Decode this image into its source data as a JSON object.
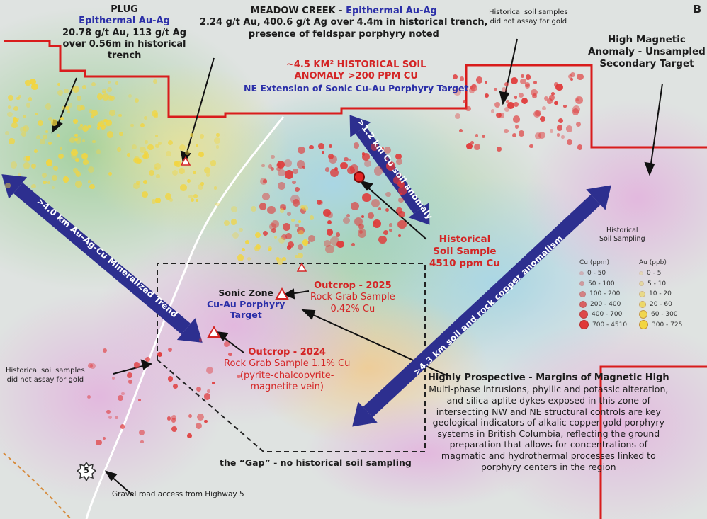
{
  "corner_label": "B",
  "plug": {
    "title": "PLUG",
    "subtitle": "Epithermal Au-Ag",
    "lines": [
      "20.78 g/t Au, 113 g/t Ag",
      "over 0.56m in historical",
      "trench"
    ]
  },
  "meadow": {
    "title": "MEADOW CREEK - ",
    "title_blue": "Epithermal Au-Ag",
    "lines": [
      "2.24 g/t Au, 400.6 g/t Ag over 4.4m in historical trench,",
      "presence of feldspar porphyry noted"
    ]
  },
  "soil_no_gold_top": [
    "Historical soil samples",
    "did not assay for gold"
  ],
  "high_mag": [
    "High Magnetic",
    "Anomaly - Unsampled",
    "Secondary Target"
  ],
  "soil_anomaly": {
    "lines": [
      "~4.5 KM² HISTORICAL SOIL",
      "ANOMALY >200 PPM CU"
    ],
    "sub": "NE Extension of Sonic Cu-Au Porphyry Target"
  },
  "arrows": {
    "cu_soil": ">1.2 km Cu soil anomaly",
    "au_ag_cu": ">4.0 km Au-Ag-Cu Mineralized Trend",
    "soil_rock": ">4.3 km  soil and rock copper anomalism"
  },
  "historical_sample": [
    "Historical",
    "Soil Sample",
    "4510 ppm Cu"
  ],
  "sonic": {
    "title": "Sonic Zone",
    "lines": [
      "Cu-Au Porphyry",
      "Target"
    ]
  },
  "outcrop_2025": [
    "Outcrop - 2025",
    "Rock Grab Sample",
    "0.42% Cu"
  ],
  "outcrop_2024": [
    "Outcrop - 2024",
    "Rock Grab Sample 1.1% Cu",
    "(pyrite-chalcopyrite-",
    "magnetite vein)"
  ],
  "soil_no_gold_left": [
    "Historical soil samples",
    "did not assay for gold"
  ],
  "prospective": {
    "title": "Highly Prospective - Margins of Magnetic High",
    "lines": [
      "Multi-phase intrusions, phyllic and potassic alteration,",
      "and silica-aplite dykes exposed in this zone of",
      "intersecting NW and NE structural controls are key",
      "geological indicators of alkalic copper-gold porphyry",
      "systems in British Columbia, reflecting the ground",
      "preparation that allows for concentrations of",
      "magmatic and hydrothermal processes linked to",
      "porphyry centers in the region"
    ]
  },
  "gap": "the “Gap” - no historical soil sampling",
  "gravel_road": "Gravel road access from Highway 5",
  "highway_number": "5",
  "legend": {
    "title": [
      "Historical",
      "Soil Sampling"
    ],
    "cu_header": "Cu (ppm)",
    "au_header": "Au (ppb)",
    "cu_items": [
      "0 - 50",
      "50 - 100",
      "100 - 200",
      "200 - 400",
      "400 - 700",
      "700 - 4510"
    ],
    "au_items": [
      "0 - 5",
      "5 - 10",
      "10 - 20",
      "20 - 60",
      "60 - 300",
      "300 - 725"
    ]
  },
  "colors": {
    "boundary": "#d91c1c",
    "arrow_blue": "#2d2f8f",
    "label_red": "#d42525",
    "label_blue": "#2b2fa8",
    "cu_dot": "#e03838",
    "au_dot": "#f2d540"
  }
}
